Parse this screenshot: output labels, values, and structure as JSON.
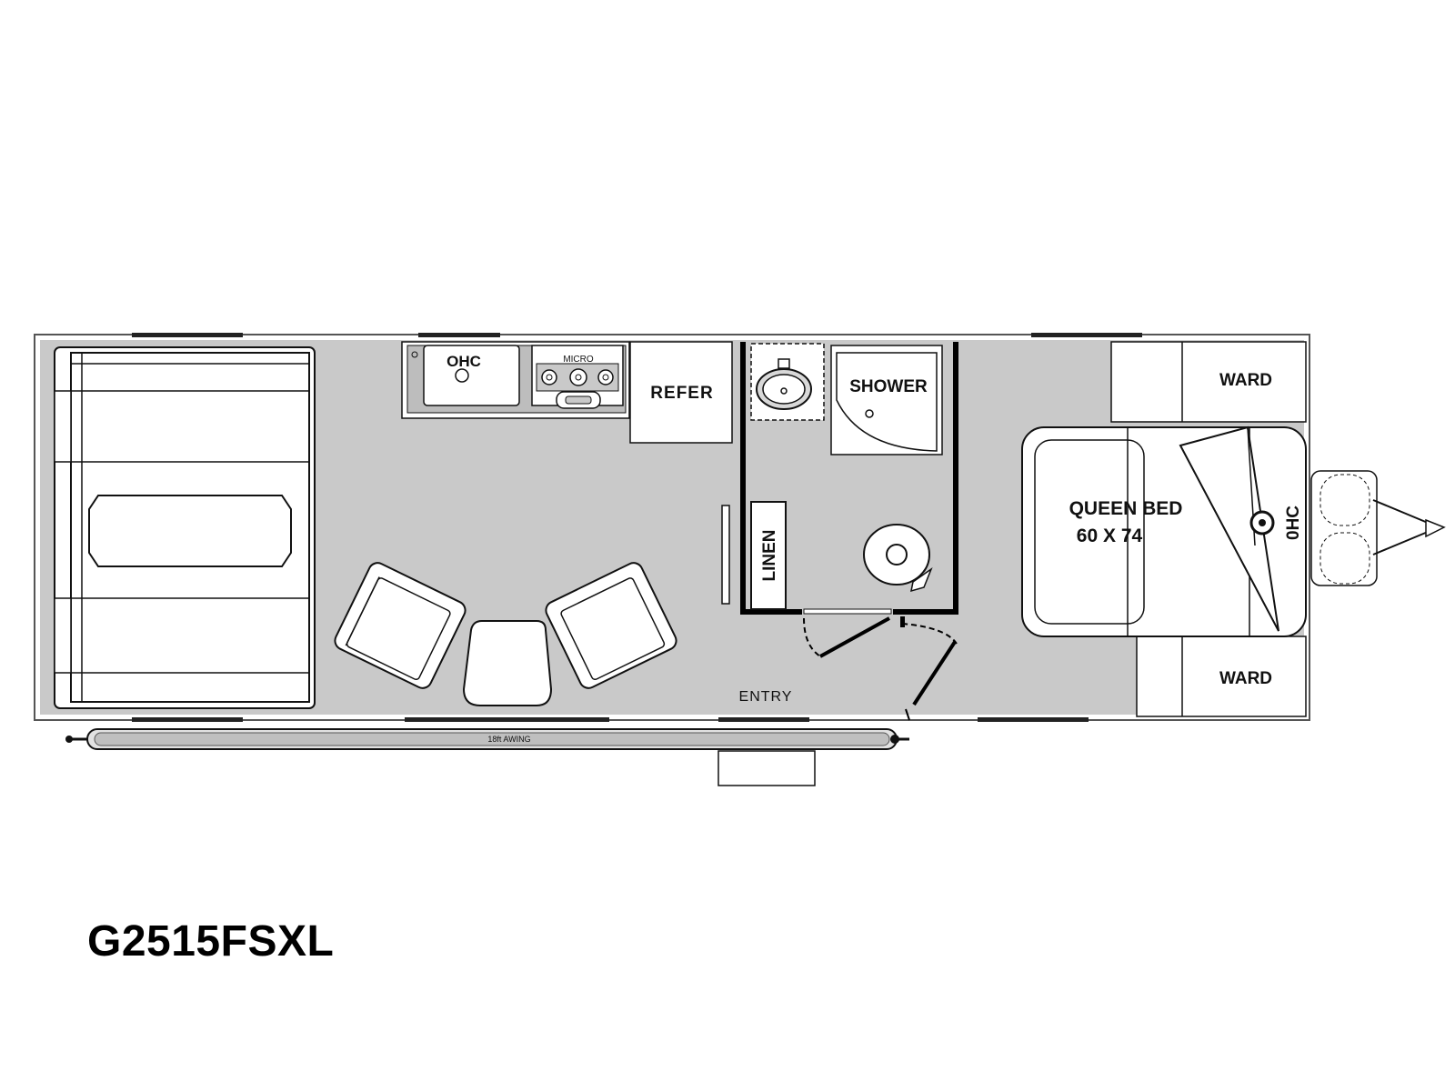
{
  "model_name": "G2515FSXL",
  "labels": {
    "ohc_kitchen": "OHC",
    "micro": "MICRO",
    "refer": "REFER",
    "shower": "SHOWER",
    "linen": "LINEN",
    "ward_top": "WARD",
    "ward_bottom": "WARD",
    "bed_name": "QUEEN BED",
    "bed_size": "60 X 74",
    "ohc_bedroom": "0HC",
    "entry": "ENTRY",
    "awning": "18ft AWING"
  },
  "colors": {
    "floor": "#c9c9c9",
    "wall": "#000000",
    "fixture": "#ffffff"
  }
}
